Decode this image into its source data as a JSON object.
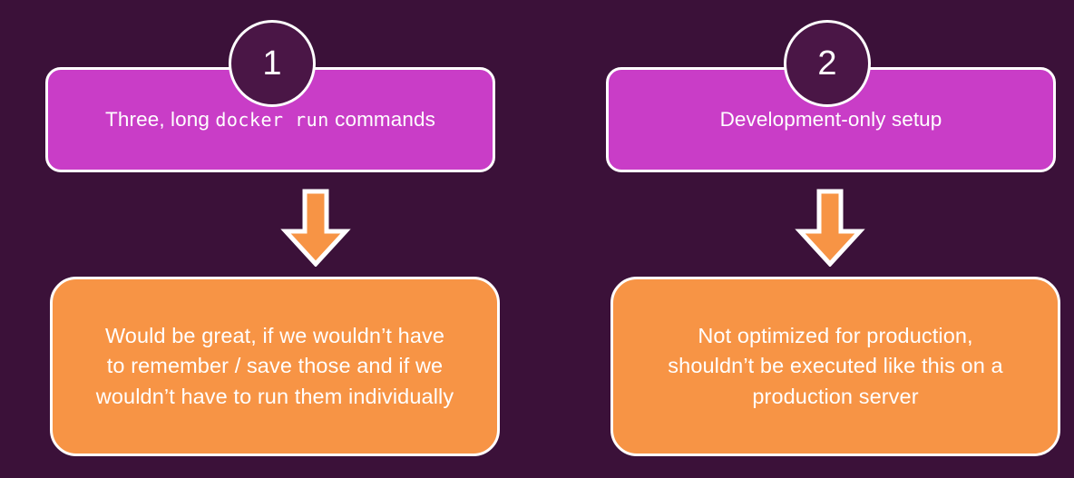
{
  "theme": {
    "background_color": "#3B1139",
    "header_box_color": "#C93DC7",
    "body_box_color": "#F79445",
    "badge_fill_color": "#4A1646",
    "outline_color": "#FFFFFF",
    "text_color": "#FFFFFF",
    "arrow_color": "#F79445"
  },
  "columns": [
    {
      "badge_number": "1",
      "header": {
        "text_before": "Three, long ",
        "code": "docker run",
        "text_after": " commands",
        "full_text": "Three, long docker run commands"
      },
      "arrow_icon": "arrow-down-icon",
      "body": {
        "lines": [
          "Would be great, if we wouldn’t have",
          "to remember / save those and if we",
          "wouldn’t have to run them individually"
        ],
        "full_text": "Would be great, if we wouldn’t have to remember / save those and if we wouldn’t have to run them individually"
      }
    },
    {
      "badge_number": "2",
      "header": {
        "text_before": "Development-only setup",
        "code": "",
        "text_after": "",
        "full_text": "Development-only setup"
      },
      "arrow_icon": "arrow-down-icon",
      "body": {
        "lines": [
          "Not optimized for production,",
          "shouldn’t be executed like this on a",
          "production server"
        ],
        "full_text": "Not optimized for production, shouldn’t be executed like this on a production server"
      }
    }
  ]
}
